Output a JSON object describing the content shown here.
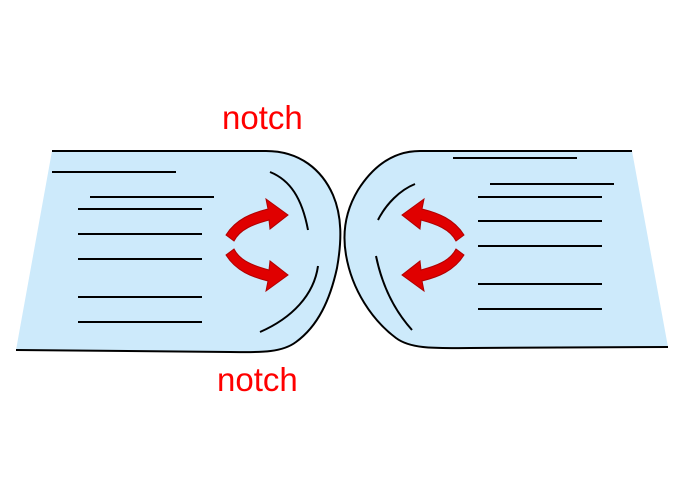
{
  "labels": {
    "top": "notch",
    "bottom": "notch"
  },
  "colors": {
    "block_fill": "#cdeafb",
    "outline": "#000000",
    "arrow_fill": "#e00000",
    "arrow_dark": "#b00000",
    "label_text": "#ff0000"
  },
  "icons": {
    "flow_arrow": "curved-arrow"
  }
}
